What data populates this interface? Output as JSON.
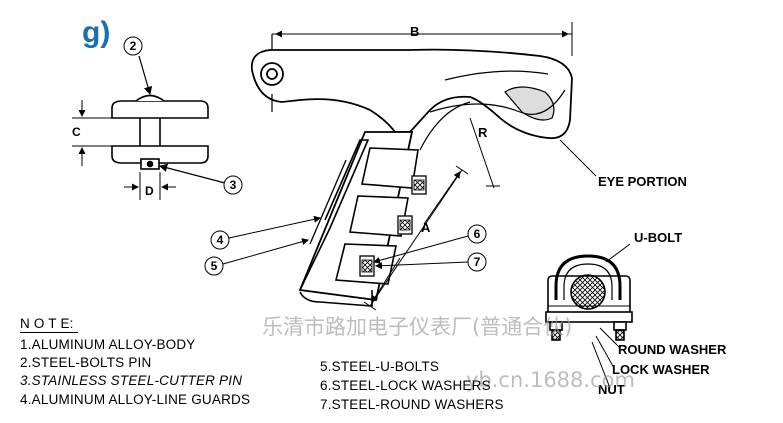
{
  "figure_label": "g)",
  "dimensions": {
    "b": "B",
    "c": "C",
    "d": "D",
    "a": "A",
    "r": "R"
  },
  "callouts": {
    "c2": "2",
    "c3": "3",
    "c4": "4",
    "c5": "5",
    "c6": "6",
    "c7": "7",
    "eye_portion": "EYE PORTION",
    "u_bolt": "U-BOLT",
    "round_washer": "ROUND WASHER",
    "lock_washer": "LOCK WASHER",
    "nut": "NUT"
  },
  "notes": {
    "heading": "N O T E:",
    "items_left": [
      "1.ALUMINUM ALLOY-BODY",
      "2.STEEL-BOLTS PIN",
      "3.STAINLESS STEEL-CUTTER PIN",
      "4.ALUMINUM ALLOY-LINE GUARDS"
    ],
    "items_right": [
      "5.STEEL-U-BOLTS",
      "6.STEEL-LOCK WASHERS",
      "7.STEEL-ROUND WASHERS"
    ]
  },
  "watermark": {
    "line1": "乐清市路加电子仪表厂(普通合伙)",
    "line2": "yb.cn.1688.com"
  },
  "colors": {
    "figure_label": "#1a6fb0",
    "ink": "#000000",
    "watermark": "#9a9a9a"
  }
}
